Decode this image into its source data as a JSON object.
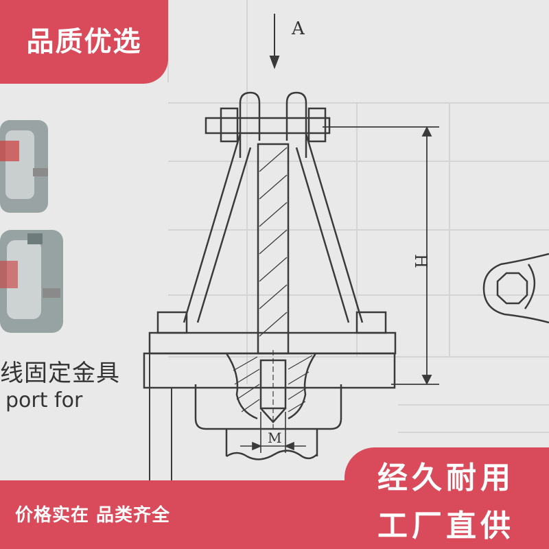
{
  "badge_top": {
    "text": "品质优选"
  },
  "caption": {
    "cn": "线固定金具",
    "en": "port for"
  },
  "diagram": {
    "label_a": "A",
    "label_h": "H",
    "label_m": "M"
  },
  "bottom": {
    "slogan_left": "价格实在 品类齐全",
    "slogan_right_1": "经久耐用",
    "slogan_right_2": "工厂直供"
  },
  "colors": {
    "accent": "#d94a5a",
    "line": "#3a3a3a",
    "paper": "#e9e9e9"
  }
}
